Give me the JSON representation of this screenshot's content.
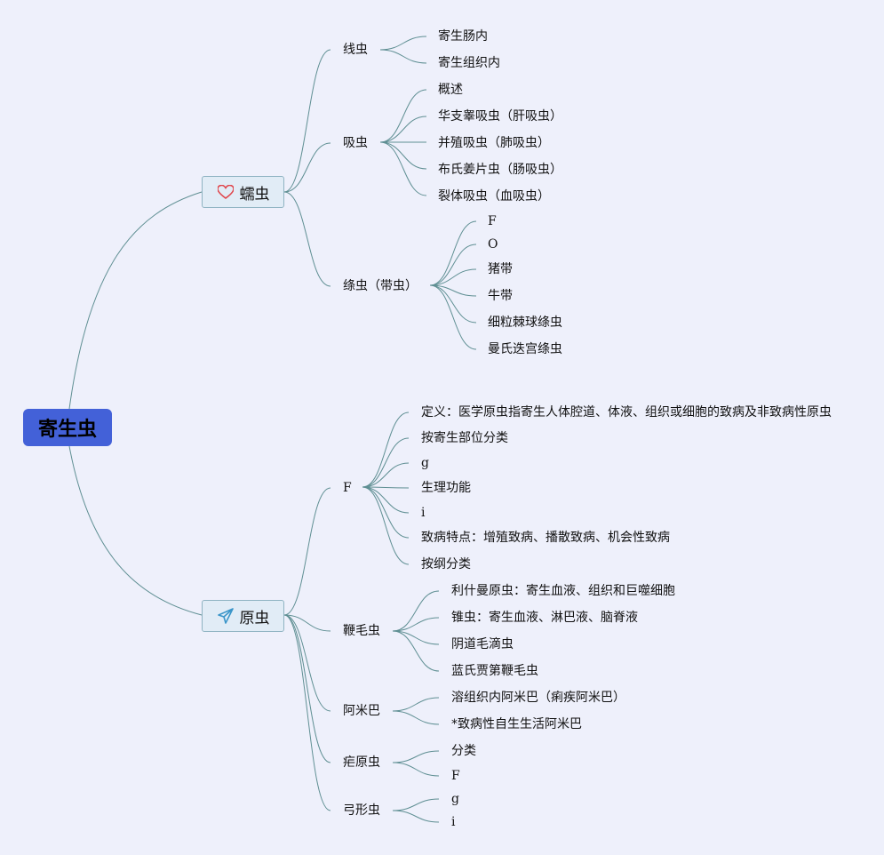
{
  "root": {
    "label": "寄生虫"
  },
  "branches": [
    {
      "label": "蠕虫",
      "icon": "heart-icon",
      "children": [
        {
          "label": "线虫",
          "children": [
            "寄生肠内",
            "寄生组织内"
          ]
        },
        {
          "label": "吸虫",
          "children": [
            "概述",
            "华支睾吸虫（肝吸虫）",
            "并殖吸虫（肺吸虫）",
            "布氏姜片虫（肠吸虫）",
            "裂体吸虫（血吸虫）"
          ]
        },
        {
          "label": "绦虫（带虫）",
          "children": [
            "F",
            "O",
            "猪带",
            "牛带",
            "细粒棘球绦虫",
            "曼氏迭宫绦虫"
          ]
        }
      ]
    },
    {
      "label": "原虫",
      "icon": "paper-plane-icon",
      "children": [
        {
          "label": "F",
          "children": [
            "定义：医学原虫指寄生人体腔道、体液、组织或细胞的致病及非致病性原虫",
            "按寄生部位分类",
            "g",
            "生理功能",
            "i",
            "致病特点：增殖致病、播散致病、机会性致病",
            "按纲分类"
          ]
        },
        {
          "label": "鞭毛虫",
          "children": [
            "利什曼原虫：寄生血液、组织和巨噬细胞",
            "锥虫：寄生血液、淋巴液、脑脊液",
            "阴道毛滴虫",
            "蓝氏贾第鞭毛虫"
          ]
        },
        {
          "label": "阿米巴",
          "children": [
            "溶组织内阿米巴（痢疾阿米巴）",
            "*致病性自生生活阿米巴"
          ]
        },
        {
          "label": "疟原虫",
          "children": [
            "分类",
            "F"
          ]
        },
        {
          "label": "弓形虫",
          "children": [
            "g",
            "i"
          ]
        }
      ]
    }
  ],
  "colors": {
    "background": "#eef0fb",
    "root_fill": "#4361d8",
    "main_fill": "#e1ecf6",
    "main_border": "#8fb3c2",
    "link": "#5f8f93",
    "heart_icon": "#e0454b",
    "plane_icon": "#3a95c9"
  }
}
